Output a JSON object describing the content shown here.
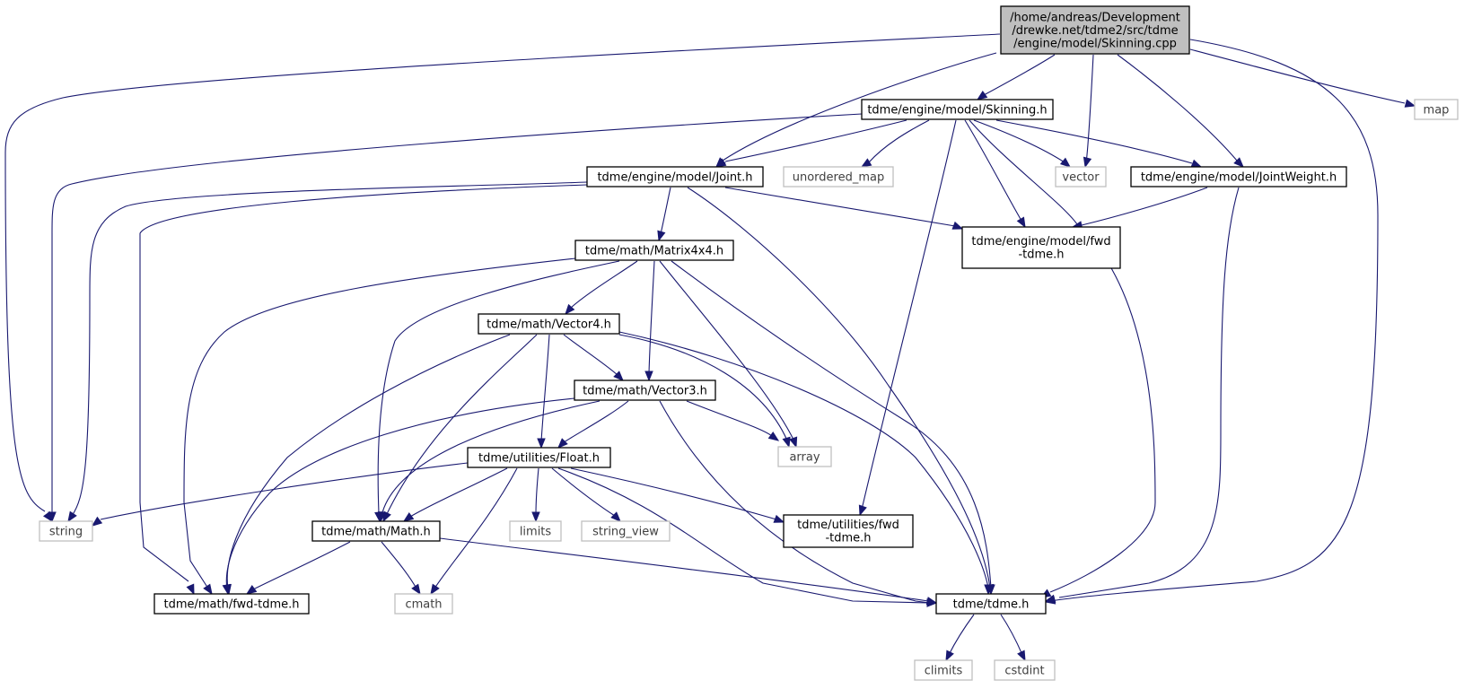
{
  "colors": {
    "edge": "#191970",
    "source_fill": "#bfbfbf",
    "node_border": "#000000",
    "external_border": "#bfbfbf",
    "external_text": "#404040",
    "text": "#000000"
  },
  "nodes": [
    {
      "id": "skinning_cpp",
      "lines": [
        "/home/andreas/Development",
        "/drewke.net/tdme2/src/tdme",
        "/engine/model/Skinning.cpp"
      ],
      "kind": "source"
    },
    {
      "id": "skinning_h",
      "lines": [
        "tdme/engine/model/Skinning.h"
      ],
      "kind": "header"
    },
    {
      "id": "map",
      "lines": [
        "map"
      ],
      "kind": "external"
    },
    {
      "id": "joint_h",
      "lines": [
        "tdme/engine/model/Joint.h"
      ],
      "kind": "header"
    },
    {
      "id": "unordered_map",
      "lines": [
        "unordered_map"
      ],
      "kind": "external"
    },
    {
      "id": "vector",
      "lines": [
        "vector"
      ],
      "kind": "external"
    },
    {
      "id": "jointweight_h",
      "lines": [
        "tdme/engine/model/JointWeight.h"
      ],
      "kind": "header"
    },
    {
      "id": "model_fwd",
      "lines": [
        "tdme/engine/model/fwd",
        "-tdme.h"
      ],
      "kind": "header"
    },
    {
      "id": "matrix4x4_h",
      "lines": [
        "tdme/math/Matrix4x4.h"
      ],
      "kind": "header"
    },
    {
      "id": "vector4_h",
      "lines": [
        "tdme/math/Vector4.h"
      ],
      "kind": "header"
    },
    {
      "id": "vector3_h",
      "lines": [
        "tdme/math/Vector3.h"
      ],
      "kind": "header"
    },
    {
      "id": "array",
      "lines": [
        "array"
      ],
      "kind": "external"
    },
    {
      "id": "float_h",
      "lines": [
        "tdme/utilities/Float.h"
      ],
      "kind": "header"
    },
    {
      "id": "string",
      "lines": [
        "string"
      ],
      "kind": "external"
    },
    {
      "id": "math_h",
      "lines": [
        "tdme/math/Math.h"
      ],
      "kind": "header"
    },
    {
      "id": "limits",
      "lines": [
        "limits"
      ],
      "kind": "external"
    },
    {
      "id": "string_view",
      "lines": [
        "string_view"
      ],
      "kind": "external"
    },
    {
      "id": "utilities_fwd",
      "lines": [
        "tdme/utilities/fwd",
        "-tdme.h"
      ],
      "kind": "header"
    },
    {
      "id": "math_fwd",
      "lines": [
        "tdme/math/fwd-tdme.h"
      ],
      "kind": "header"
    },
    {
      "id": "cmath",
      "lines": [
        "cmath"
      ],
      "kind": "external"
    },
    {
      "id": "tdme_h",
      "lines": [
        "tdme/tdme.h"
      ],
      "kind": "header"
    },
    {
      "id": "climits",
      "lines": [
        "climits"
      ],
      "kind": "external"
    },
    {
      "id": "cstdint",
      "lines": [
        "cstdint"
      ],
      "kind": "external"
    }
  ],
  "edges": [
    {
      "from": "skinning_cpp",
      "to": "skinning_h"
    },
    {
      "from": "skinning_cpp",
      "to": "joint_h"
    },
    {
      "from": "skinning_cpp",
      "to": "string"
    },
    {
      "from": "skinning_cpp",
      "to": "vector"
    },
    {
      "from": "skinning_cpp",
      "to": "jointweight_h"
    },
    {
      "from": "skinning_cpp",
      "to": "tdme_h"
    },
    {
      "from": "skinning_cpp",
      "to": "map"
    },
    {
      "from": "skinning_h",
      "to": "joint_h"
    },
    {
      "from": "skinning_h",
      "to": "string"
    },
    {
      "from": "skinning_h",
      "to": "unordered_map"
    },
    {
      "from": "skinning_h",
      "to": "vector"
    },
    {
      "from": "skinning_h",
      "to": "jointweight_h"
    },
    {
      "from": "skinning_h",
      "to": "model_fwd"
    },
    {
      "from": "skinning_h",
      "to": "utilities_fwd"
    },
    {
      "from": "skinning_h",
      "to": "tdme_h"
    },
    {
      "from": "joint_h",
      "to": "string"
    },
    {
      "from": "joint_h",
      "to": "matrix4x4_h"
    },
    {
      "from": "joint_h",
      "to": "model_fwd"
    },
    {
      "from": "joint_h",
      "to": "math_fwd"
    },
    {
      "from": "joint_h",
      "to": "tdme_h"
    },
    {
      "from": "jointweight_h",
      "to": "model_fwd"
    },
    {
      "from": "jointweight_h",
      "to": "tdme_h"
    },
    {
      "from": "matrix4x4_h",
      "to": "vector4_h"
    },
    {
      "from": "matrix4x4_h",
      "to": "vector3_h"
    },
    {
      "from": "matrix4x4_h",
      "to": "array"
    },
    {
      "from": "matrix4x4_h",
      "to": "math_h"
    },
    {
      "from": "matrix4x4_h",
      "to": "math_fwd"
    },
    {
      "from": "matrix4x4_h",
      "to": "tdme_h"
    },
    {
      "from": "vector4_h",
      "to": "vector3_h"
    },
    {
      "from": "vector4_h",
      "to": "float_h"
    },
    {
      "from": "vector4_h",
      "to": "array"
    },
    {
      "from": "vector4_h",
      "to": "math_h"
    },
    {
      "from": "vector4_h",
      "to": "math_fwd"
    },
    {
      "from": "vector4_h",
      "to": "tdme_h"
    },
    {
      "from": "vector3_h",
      "to": "float_h"
    },
    {
      "from": "vector3_h",
      "to": "array"
    },
    {
      "from": "vector3_h",
      "to": "math_h"
    },
    {
      "from": "vector3_h",
      "to": "math_fwd"
    },
    {
      "from": "vector3_h",
      "to": "tdme_h"
    },
    {
      "from": "float_h",
      "to": "string"
    },
    {
      "from": "float_h",
      "to": "math_h"
    },
    {
      "from": "float_h",
      "to": "limits"
    },
    {
      "from": "float_h",
      "to": "string_view"
    },
    {
      "from": "float_h",
      "to": "utilities_fwd"
    },
    {
      "from": "float_h",
      "to": "cmath"
    },
    {
      "from": "float_h",
      "to": "tdme_h"
    },
    {
      "from": "math_h",
      "to": "math_fwd"
    },
    {
      "from": "math_h",
      "to": "cmath"
    },
    {
      "from": "math_h",
      "to": "tdme_h"
    },
    {
      "from": "tdme_h",
      "to": "climits"
    },
    {
      "from": "tdme_h",
      "to": "cstdint"
    }
  ]
}
